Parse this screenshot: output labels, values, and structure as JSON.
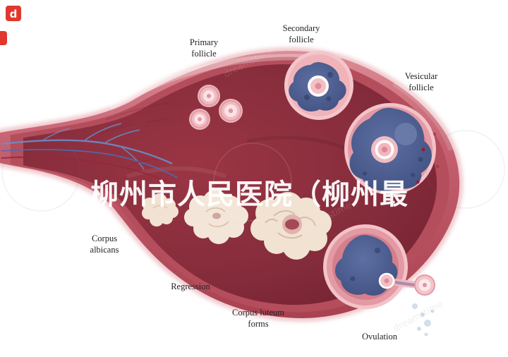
{
  "page": {
    "background": "#ffffff",
    "subject": "ovarian follicle cycle diagram"
  },
  "brand": {
    "logo_letter": "d",
    "name": "dreamstime"
  },
  "watermark_overlay": "柳州市人民医院（柳州最",
  "labels": {
    "primary_follicle": "Primary\nfollicle",
    "secondary_follicle": "Secondary\nfollicle",
    "vesicular_follicle": "Vesicular\nfollicle",
    "corpus_albicans": "Corpus\nalbicans",
    "regression": "Regression",
    "corpus_luteum_forms": "Corpus luteum\nforms",
    "ovulation": "Ovulation"
  },
  "colors": {
    "ovary_rim": "#cf6f7a",
    "ovary_mid": "#b44d5c",
    "ovary_inner": "#822b3a",
    "follicle_pink": "#f0b3ba",
    "follicle_fluid_blue": "#4d5f92",
    "corpus_cream": "#f1e2d2",
    "vessel_blue": "#6a8fd0",
    "vessel_red": "#93283c",
    "logo_red": "#e0382e",
    "watermark_white": "#ffffff"
  }
}
